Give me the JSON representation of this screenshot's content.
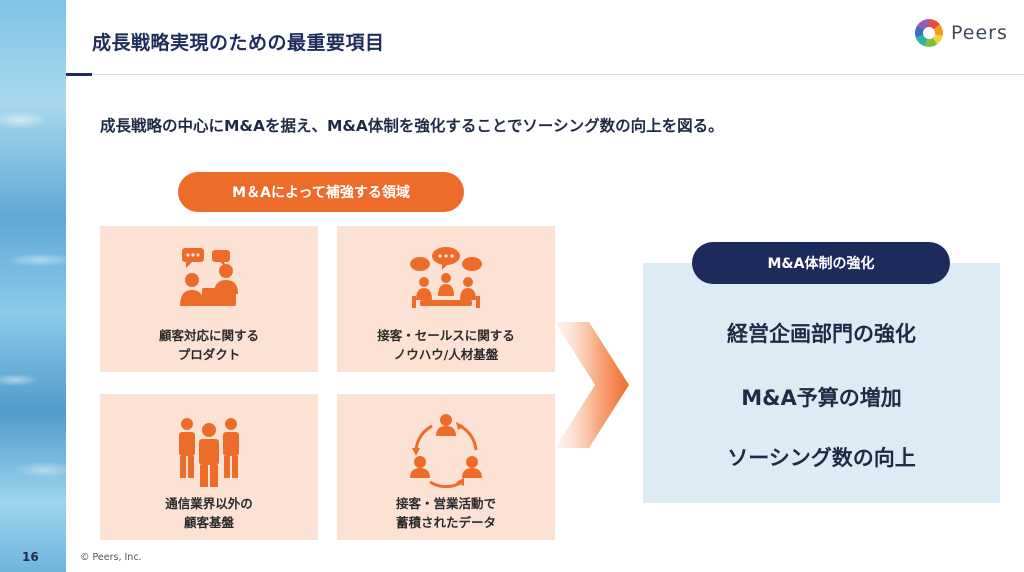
{
  "header": {
    "title": "成長戦略実現のための最重要項目"
  },
  "logo": {
    "text": "Peers"
  },
  "lead": "成長戦略の中心にM&Aを据え、M&A体制を強化することでソーシング数の向上を図る。",
  "left_section": {
    "pill": "M＆Aによって補強する領域",
    "cards": [
      {
        "label": "顧客対応に関する\nプロダクト",
        "icon": "customer-support-icon"
      },
      {
        "label": "接客・セールスに関する\nノウハウ/人材基盤",
        "icon": "meeting-discussion-icon"
      },
      {
        "label": "通信業界以外の\n顧客基盤",
        "icon": "customer-group-icon"
      },
      {
        "label": "接客・営業活動で\n蓄積されたデータ",
        "icon": "data-cycle-icon"
      }
    ]
  },
  "right_section": {
    "pill": "M&A体制の強化",
    "items": [
      "経営企画部門の強化",
      "M&A予算の増加",
      "ソーシング数の向上"
    ]
  },
  "footer": {
    "page_number": "16",
    "copyright": "© Peers, Inc."
  },
  "colors": {
    "accent_orange": "#ee6c2a",
    "card_bg": "#fce2d4",
    "navy": "#1c2a5c",
    "panel_bg": "#dcecf4"
  }
}
